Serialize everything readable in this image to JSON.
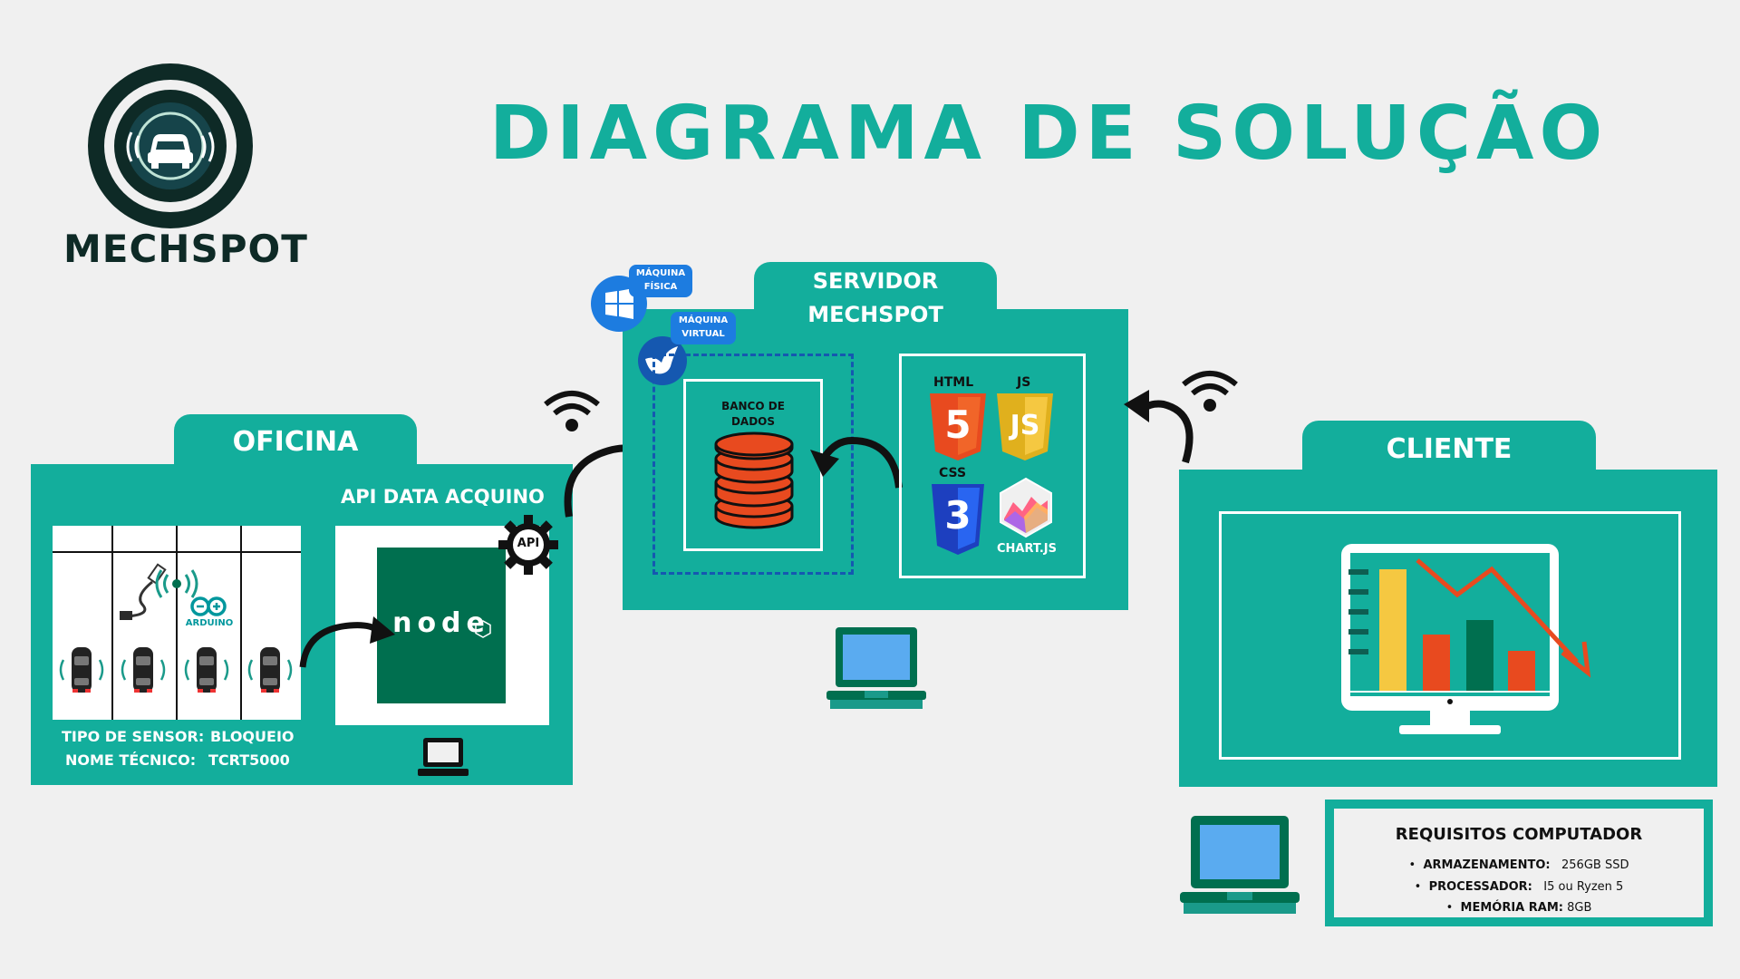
{
  "title": "DIAGRAMA DE SOLUÇÃO",
  "logo": {
    "name": "MECHSPOT"
  },
  "colors": {
    "teal": "#13ae9c",
    "dark_green": "#006f4f",
    "orange": "#e84a1f",
    "yellow": "#f5c841",
    "blue": "#1d7ce0",
    "background": "#f0f0f0"
  },
  "oficina": {
    "tab": "OFICINA",
    "api_title": "API DATA ACQUINO",
    "api_badge": "API",
    "node_logo": "node",
    "arduino_label": "ARDUINO",
    "sensor_type_label": "TIPO DE SENSOR:",
    "sensor_type_value": "BLOQUEIO",
    "tech_name_label": "NOME TÉCNICO:",
    "tech_name_value": "TCRT5000"
  },
  "servidor": {
    "tab_line1": "SERVIDOR",
    "tab_line2": "MECHSPOT",
    "physical_line1": "MÁQUINA",
    "physical_line2": "FÍSICA",
    "virtual_line1": "MÁQUINA",
    "virtual_line2": "VIRTUAL",
    "db_line1": "BANCO DE",
    "db_line2": "DADOS",
    "html_label": "HTML",
    "js_label": "JS",
    "css_label": "CSS",
    "chartjs_label": "CHART.JS",
    "html_digit": "5",
    "js_mark": "JS",
    "css_digit": "3"
  },
  "cliente": {
    "tab": "CLIENTE"
  },
  "requisitos": {
    "title": "REQUISITOS COMPUTADOR",
    "storage_label": "ARMAZENAMENTO:",
    "storage_value": "256GB SSD",
    "cpu_label": "PROCESSADOR:",
    "cpu_value": "I5 ou Ryzen 5",
    "ram_label": "MEMÓRIA RAM:",
    "ram_value": "8GB"
  },
  "icons": [
    "logo-car-icon",
    "wifi-icon",
    "arrow-icon",
    "laptop-icon",
    "car-sensor-icon",
    "usb-cable-icon",
    "arduino-icon",
    "gear-icon",
    "windows-icon",
    "virtualbox-bird-icon",
    "database-icon",
    "html5-icon",
    "js-icon",
    "css3-icon",
    "chartjs-icon",
    "monitor-chart-icon"
  ]
}
